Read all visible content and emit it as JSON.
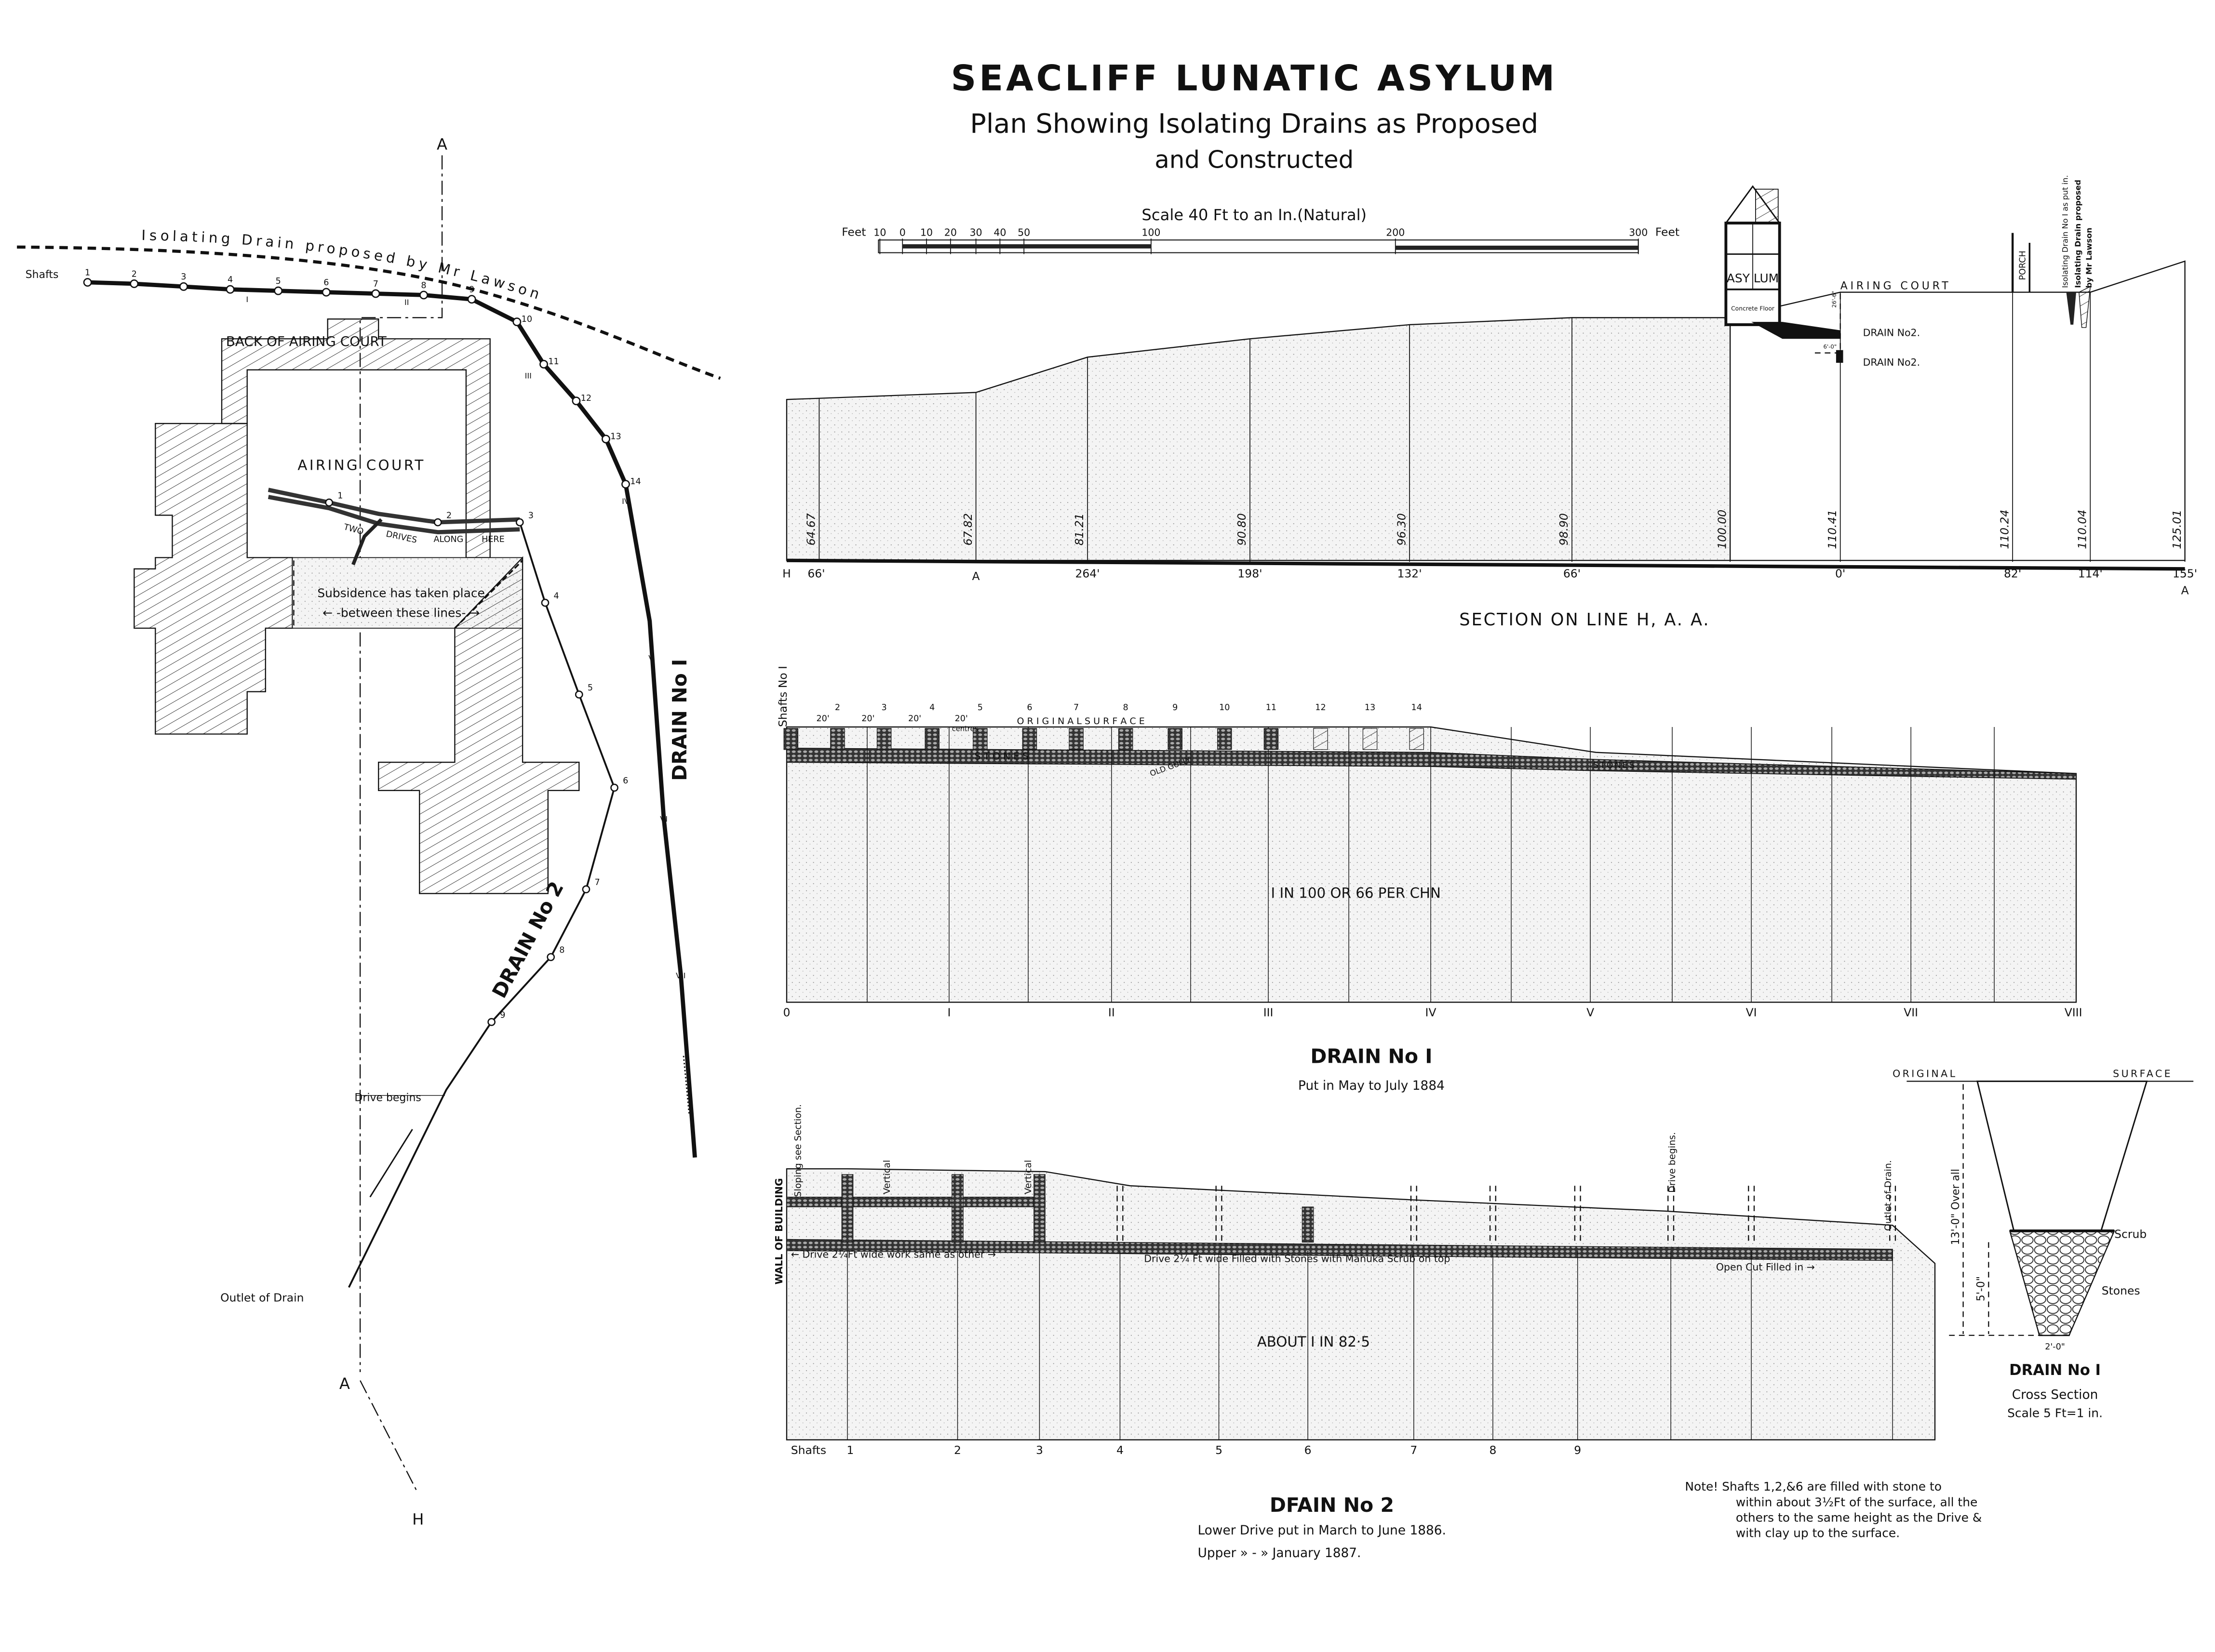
{
  "title": {
    "main": "SEACLIFF   LUNATIC   ASYLUM",
    "line1": "Plan Showing Isolating Drains as Proposed",
    "line2": "and Constructed"
  },
  "scale_bar": {
    "caption": "Scale 40 Ft to an In.(Natural)",
    "unit_left": "Feet",
    "unit_right": "Feet",
    "ticks": [
      "10",
      "0",
      "10",
      "20",
      "30",
      "40",
      "50",
      "100",
      "200",
      "300"
    ]
  },
  "plan": {
    "proposed_drain_label": "Isolating   Drain   proposed   by   Mr   Lawson",
    "shafts_label": "Shafts",
    "shaft_numbers": [
      "1",
      "2",
      "3",
      "4",
      "5",
      "6",
      "7",
      "8",
      "9",
      "10",
      "11",
      "12",
      "13",
      "14"
    ],
    "chain_marks": [
      "I",
      "II",
      "III",
      "IV",
      "V",
      "VI",
      "VII"
    ],
    "back_of_airing_court": "BACK OF        AIRING COURT",
    "airing_court": "AIRING  COURT",
    "two_drives": [
      "TWO",
      "DRIVES",
      "ALONG",
      "HERE"
    ],
    "subsidence_line1": "Subsidence has taken place",
    "subsidence_line2": "← -between  these lines- →",
    "drain1_label": "DRAIN  No I",
    "drain2_label": "DRAIN  No 2",
    "drain2_shafts": [
      "1",
      "2",
      "3",
      "4",
      "5",
      "6",
      "7",
      "8",
      "9"
    ],
    "drive_begins": "Drive begins",
    "outlet": "Outlet of Drain",
    "section_marks": {
      "a_top": "A",
      "a_bottom": "A",
      "h": "H"
    }
  },
  "section_haa": {
    "title": "SECTION  ON  LINE  H, A. A.",
    "elevations": [
      "64.67",
      "67.82",
      "81.21",
      "90.80",
      "96.30",
      "98.90",
      "100.00",
      "110.41",
      "110.24",
      "110.04",
      "125.01"
    ],
    "distances": [
      "H",
      "66'",
      "A",
      "264'",
      "198'",
      "132'",
      "66'",
      "0'",
      "82'",
      "114'",
      "155'",
      "A"
    ],
    "asylum": "ASY  LUM",
    "concrete_floor": "Concrete   Floor",
    "airing_court": "AIRING  COURT",
    "porch": "PORCH",
    "drain2_upper": "DRAIN No2.",
    "drain2_lower": "DRAIN No2.",
    "dim_vertical": "26'-6\"",
    "dim_horizontal": "6'-0\"",
    "isolating_as_put_in": "Isolating Drain No I as put in.",
    "isolating_proposed": "Isolating Drain proposed",
    "isolating_by": "by Mr Lawson"
  },
  "drain1_section": {
    "shafts_label": "Shafts No I",
    "shaft_numbers": [
      "2",
      "3",
      "4",
      "5",
      "6",
      "7",
      "8",
      "9",
      "10",
      "11",
      "12",
      "13",
      "14"
    ],
    "spacing": [
      "20'",
      "20'",
      "20'",
      "20'"
    ],
    "centres": "centres",
    "original_surface": "O R I G I N A L          S U R F A C E",
    "stones_left": "STONES",
    "stones_right": "STONES",
    "old_gully": "OLD GULLY",
    "gradient": "I    IN   100   OR   66  PER  CHN",
    "chains": [
      "0",
      "I",
      "II",
      "III",
      "IV",
      "V",
      "VI",
      "VII",
      "VIII"
    ],
    "title": "DRAIN   No I",
    "subtitle": "Put in May to July 1884"
  },
  "drain2_section": {
    "wall_of_building": "WALL OF BUILDING",
    "sloping": "Sloping see Section.",
    "vertical_1": "Vertical",
    "vertical_2": "Vertical",
    "drive_begins": "Drive begins.",
    "outlet": "Outlet of Drain.",
    "drive_note_1": "← Drive 2¼Ft wide work same as other →",
    "drive_note_2": "Drive 2¼ Ft wide  Filled with Stones with Manuka Scrub on top",
    "drive_note_3": "Open Cut Filled in →",
    "gradient": "ABOUT  I   IN  82·5",
    "shafts_label": "Shafts",
    "shaft_numbers": [
      "1",
      "2",
      "3",
      "4",
      "5",
      "6",
      "7",
      "8",
      "9"
    ],
    "title": "DFAIN  No 2",
    "lower_drive": "Lower Drive put in March to June 1886.",
    "upper_drive": "Upper   »    -   »  January  1887."
  },
  "cross_section": {
    "original": "ORIGINAL",
    "surface": "SURFACE",
    "overall": "13'-0\" Over all",
    "depth": "5'-0\"",
    "width": "2'-0\"",
    "scrub": "Scrub",
    "stones": "Stones",
    "title": "DRAIN No I",
    "subtitle": "Cross Section",
    "scale": "Scale 5 Ft=1 in."
  },
  "note": {
    "lines": [
      "Note! Shafts 1,2,&6 are filled with stone to",
      "within about 3½Ft of the surface, all the",
      "others to the same height as the Drive &",
      "with clay up to the surface."
    ]
  }
}
